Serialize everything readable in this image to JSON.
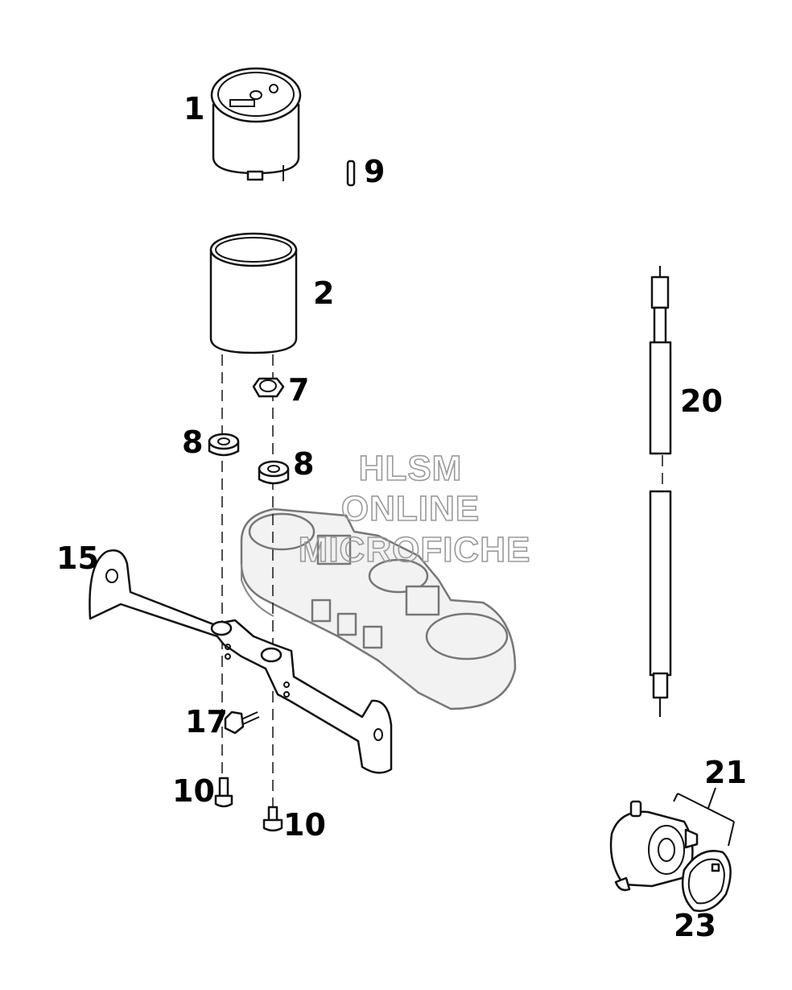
{
  "watermark": {
    "line1": "HLSM",
    "line2": "ONLINE",
    "line3": "MICROFICHE"
  },
  "parts": [
    {
      "id": "speedometer",
      "label": "1"
    },
    {
      "id": "speedometer-housing",
      "label": "2"
    },
    {
      "id": "bulb",
      "label": "9"
    },
    {
      "id": "nut",
      "label": "7"
    },
    {
      "id": "rubber-grommet-left",
      "label": "8"
    },
    {
      "id": "rubber-grommet-right",
      "label": "8"
    },
    {
      "id": "instrument-bracket",
      "label": "15"
    },
    {
      "id": "bracket-screw",
      "label": "17"
    },
    {
      "id": "mounting-screw-left",
      "label": "10"
    },
    {
      "id": "mounting-screw-right",
      "label": "10"
    },
    {
      "id": "speedometer-cable",
      "label": "20"
    },
    {
      "id": "speedometer-drive",
      "label": "21"
    },
    {
      "id": "drive-ring",
      "label": "23"
    }
  ],
  "colors": {
    "line": "#111111",
    "watermark": "#9a9a9a",
    "background": "#ffffff"
  }
}
